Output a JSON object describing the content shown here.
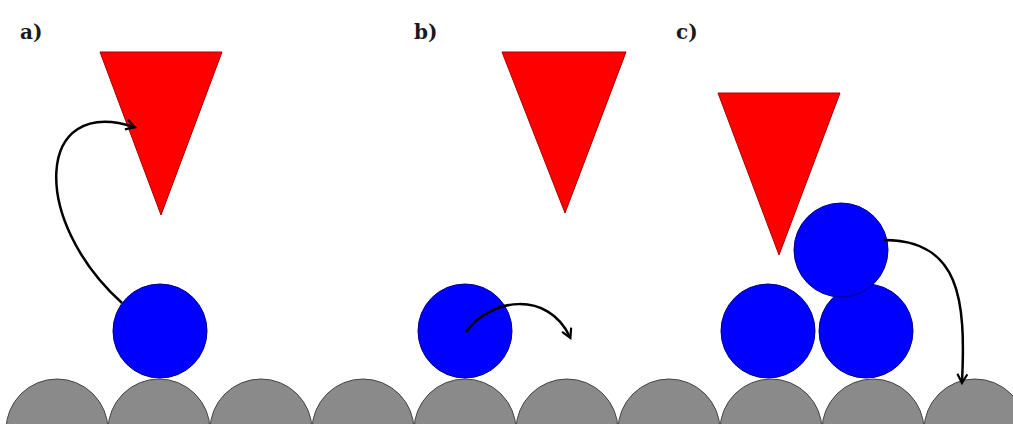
{
  "diagram": {
    "labels": [
      "a)",
      "b)",
      "c)"
    ]
  }
}
